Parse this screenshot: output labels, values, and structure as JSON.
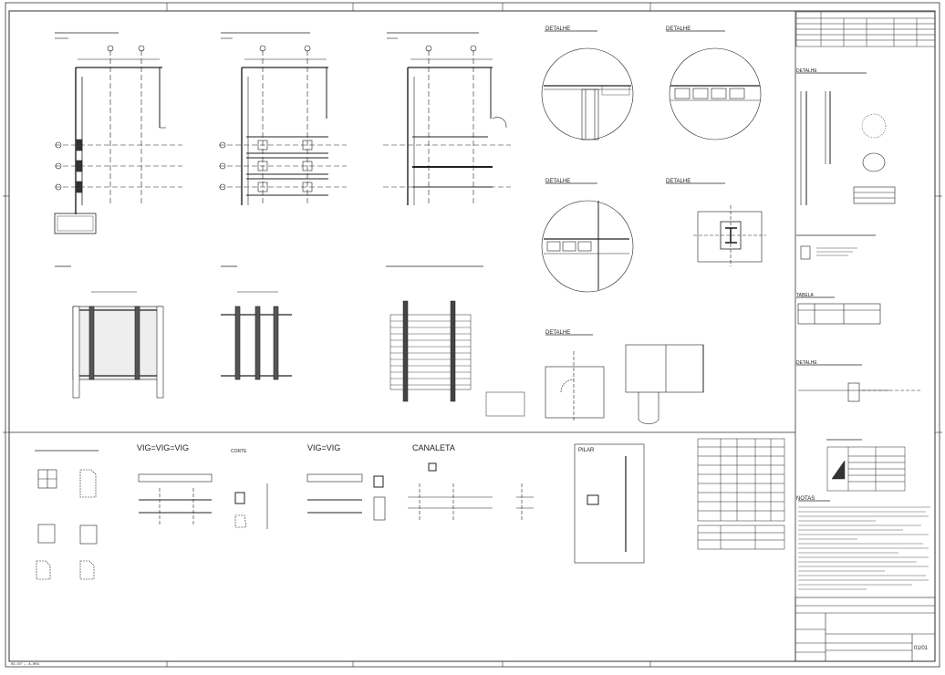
{
  "sheet": {
    "page_number": "01/01",
    "footer_code": "01-07 — A-001"
  },
  "labels": {
    "detalle_a": "DETALHE",
    "detalle_b": "DETALHE",
    "detalle_c": "DETALHE",
    "detalle_d": "DETALHE",
    "detalle_e": "DETALHE",
    "detalle_f": "DETALHE",
    "detalle_g": "DETALHE",
    "vig_1": "VIG=VIG=VIG",
    "vig_2": "VIG=VIG",
    "canaleta": "CANALETA",
    "pilar": "PILAR",
    "corte": "CORTE",
    "notas": "NOTAS",
    "tabela": "TABELA"
  }
}
